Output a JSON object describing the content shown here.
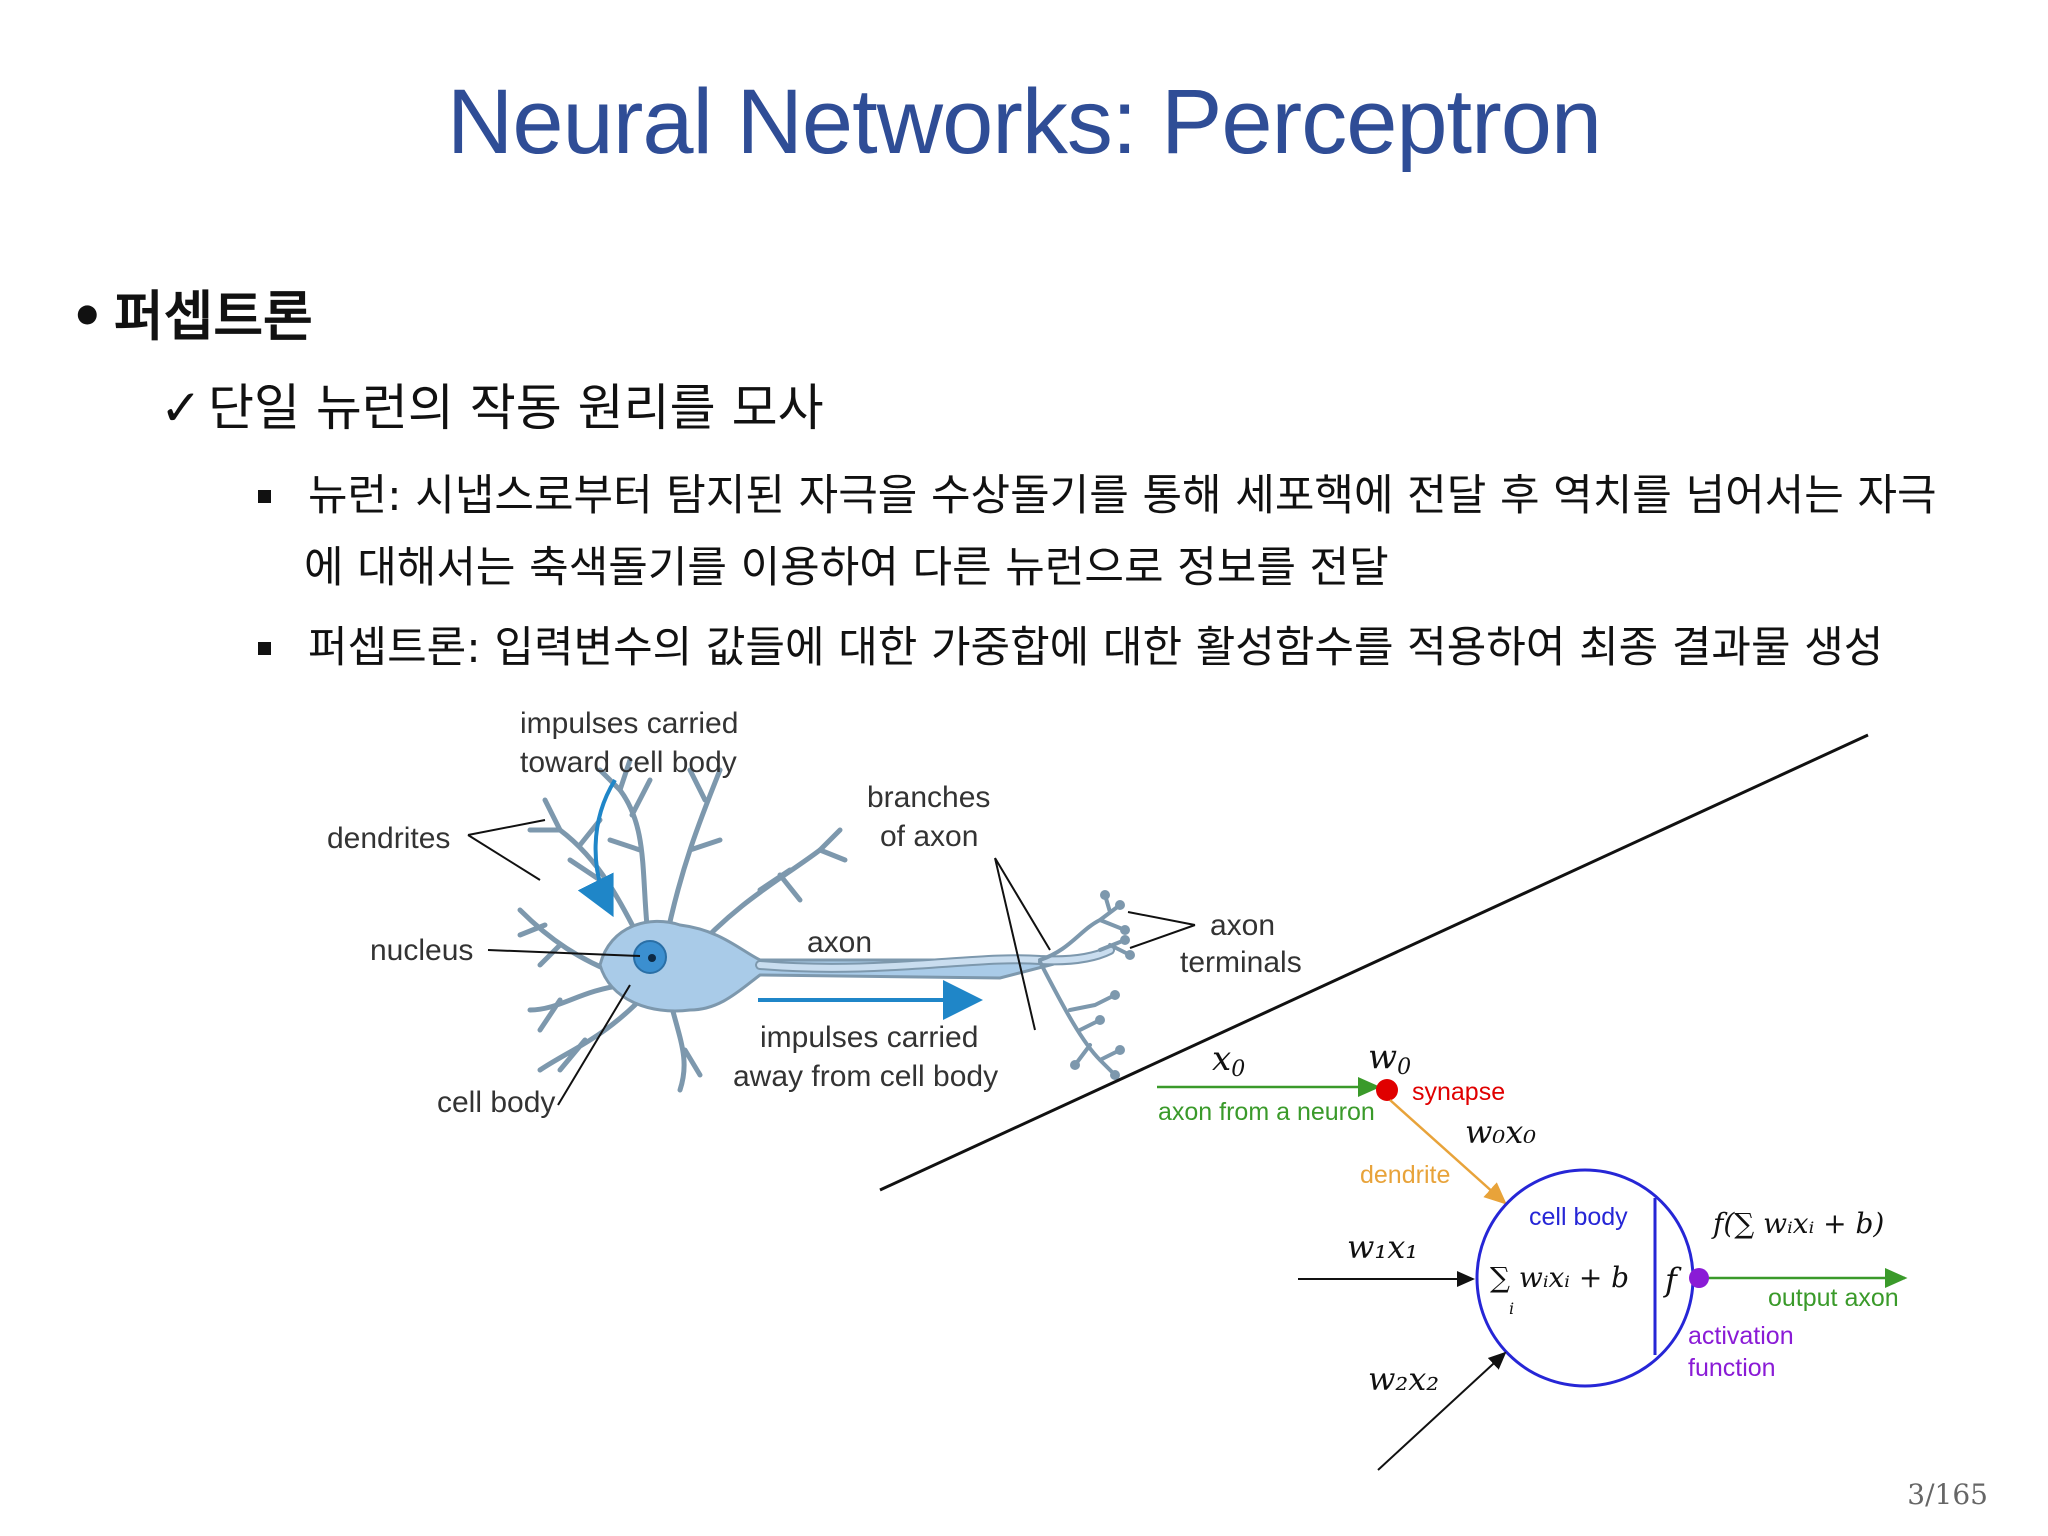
{
  "slide": {
    "title": "Neural Networks: Perceptron",
    "bullet1": "퍼셉트론",
    "bullet2_mark": "✓",
    "bullet2": "단일 뉴런의 작동 원리를 모사",
    "bullet3a_line1": "뉴런: 시냅스로부터 탐지된 자극을 수상돌기를 통해 세포핵에 전달 후 역치를 넘어서는 자극",
    "bullet3a_line2": "에 대해서는 축색돌기를 이용하여 다른 뉴런으로 정보를 전달",
    "bullet3b": "퍼셉트론: 입력변수의 값들에 대한 가중합에 대한 활성함수를 적용하여 최종 결과물 생성",
    "page": "3/165"
  },
  "neuron_labels": {
    "impulses_in_1": "impulses carried",
    "impulses_in_2": "toward cell body",
    "dendrites": "dendrites",
    "branches_1": "branches",
    "branches_2": "of axon",
    "nucleus": "nucleus",
    "axon": "axon",
    "axon_terminals_1": "axon",
    "axon_terminals_2": "terminals",
    "impulses_out_1": "impulses carried",
    "impulses_out_2": "away from cell body",
    "cell_body": "cell body"
  },
  "perceptron_labels": {
    "x0": "x",
    "x0_sub": "0",
    "w0": "w",
    "w0_sub": "0",
    "synapse": "synapse",
    "axon_from_neuron": "axon from a neuron",
    "w0x0": "w₀x₀",
    "dendrite": "dendrite",
    "cell_body": "cell body",
    "w1x1": "w₁x₁",
    "w2x2": "w₂x₂",
    "sum_expr": "∑ wᵢxᵢ + b",
    "sum_index": "i",
    "f": "f",
    "output_expr": "f(∑ wᵢxᵢ + b)",
    "output_axon": "output axon",
    "activation_1": "activation",
    "activation_2": "function"
  },
  "colors": {
    "title": "#2f4d96",
    "neuron_body": "#a9cbe8",
    "nucleus": "#3b8fd0",
    "impulse_arrow": "#1f86c8",
    "green_axon": "#3a9a2a",
    "synapse_red": "#e00000",
    "dendrite_orange": "#e8a33a",
    "circle_blue": "#2626d6",
    "activation_purple": "#8a1bd6"
  }
}
